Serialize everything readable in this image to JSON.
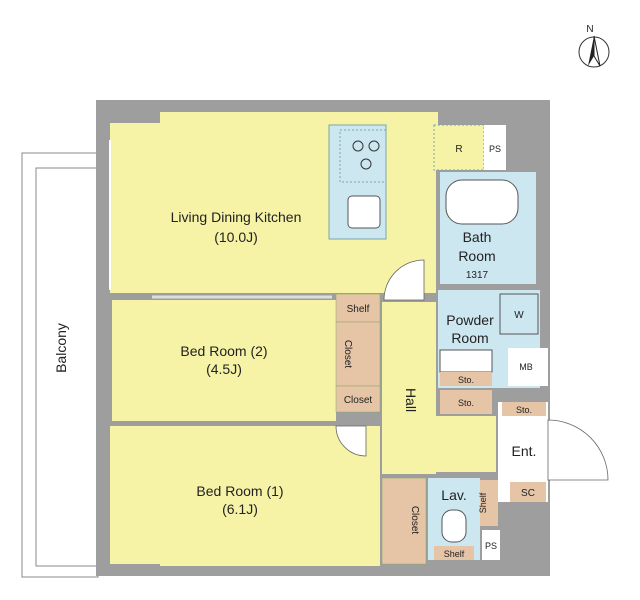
{
  "compass": {
    "north_label": "N"
  },
  "rooms": {
    "ldk": {
      "name": "Living Dining Kitchen",
      "size": "(10.0J)"
    },
    "bed2": {
      "name": "Bed Room (2)",
      "size": "(4.5J)"
    },
    "bed1": {
      "name": "Bed Room (1)",
      "size": "(6.1J)"
    },
    "bath": {
      "line1": "Bath",
      "line2": "Room",
      "line3": "1317"
    },
    "powder": {
      "line1": "Powder",
      "line2": "Room"
    },
    "hall": "Hall",
    "entrance": "Ent.",
    "lavatory": "Lav.",
    "balcony": "Balcony"
  },
  "storage": {
    "shelf_upper": "Shelf",
    "closet_vertical": "Closet",
    "closet_bed2": "Closet",
    "closet_bed1": "Closet",
    "shelf_lav": "Shelf",
    "shelf_lav_bottom": "Shelf",
    "sto_powder": "Sto.",
    "sto_hall": "Sto.",
    "sto_entrance": "Sto.",
    "shoe_cabinet": "SC"
  },
  "fixtures": {
    "refrigerator": "R",
    "pipe_space_top": "PS",
    "pipe_space_bottom": "PS",
    "washer": "W",
    "meter_box": "MB"
  },
  "colors": {
    "wall": "#9e9e9e",
    "room_fill": "#f6f3a6",
    "wet_area": "#cde7f1",
    "storage": "#e6c4a6",
    "floor_white": "#ffffff"
  }
}
